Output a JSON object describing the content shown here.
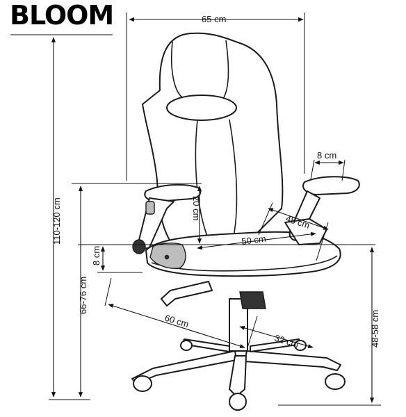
{
  "product_name": "BLOOM",
  "dimensions": {
    "total_width": "65 cm",
    "total_height": "110-120 cm",
    "armrest_height": "66-76 cm",
    "seat_height": "48-58 cm",
    "base_diameter": "60 cm",
    "seat_width": "50 cm",
    "seat_depth": "48 cm",
    "armrest_width": "8 cm",
    "backrest_above_armrest": "20 cm",
    "seat_thickness": "8 cm",
    "base_leg": "32 cm"
  }
}
